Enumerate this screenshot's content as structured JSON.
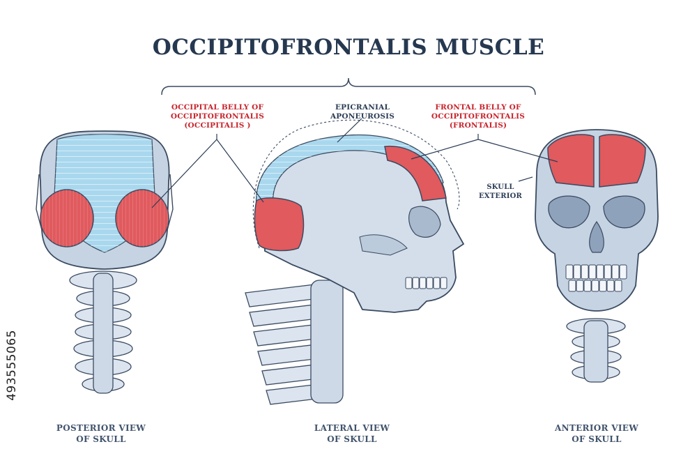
{
  "title": "OCCIPITOFRONTALIS MUSCLE",
  "labels": {
    "occipital": [
      "OCCIPITAL BELLY OF",
      "OCCIPITOFRONTALIS",
      "(OCCIPITALIS )"
    ],
    "epicranial": [
      "EPICRANIAL",
      "APONEUROSIS"
    ],
    "frontal": [
      "FRONTAL BELLY OF",
      "OCCIPITOFRONTALIS",
      "(FRONTALIS)"
    ],
    "skull_exterior": [
      "SKULL",
      "EXTERIOR"
    ]
  },
  "views": {
    "posterior": [
      "POSTERIOR VIEW",
      "OF SKULL"
    ],
    "lateral": [
      "LATERAL VIEW",
      "OF SKULL"
    ],
    "anterior": [
      "ANTERIOR VIEW",
      "OF SKULL"
    ]
  },
  "stock_id": "493555065",
  "colors": {
    "title": "#263850",
    "highlight_label": "#c8232b",
    "label": "#2b3c55",
    "bone": "#d9e2ee",
    "bone_shade": "#a9b9ce",
    "muscle": "#e05a5e",
    "aponeurosis": "#a9d8ee",
    "outline": "#3a4a60"
  }
}
